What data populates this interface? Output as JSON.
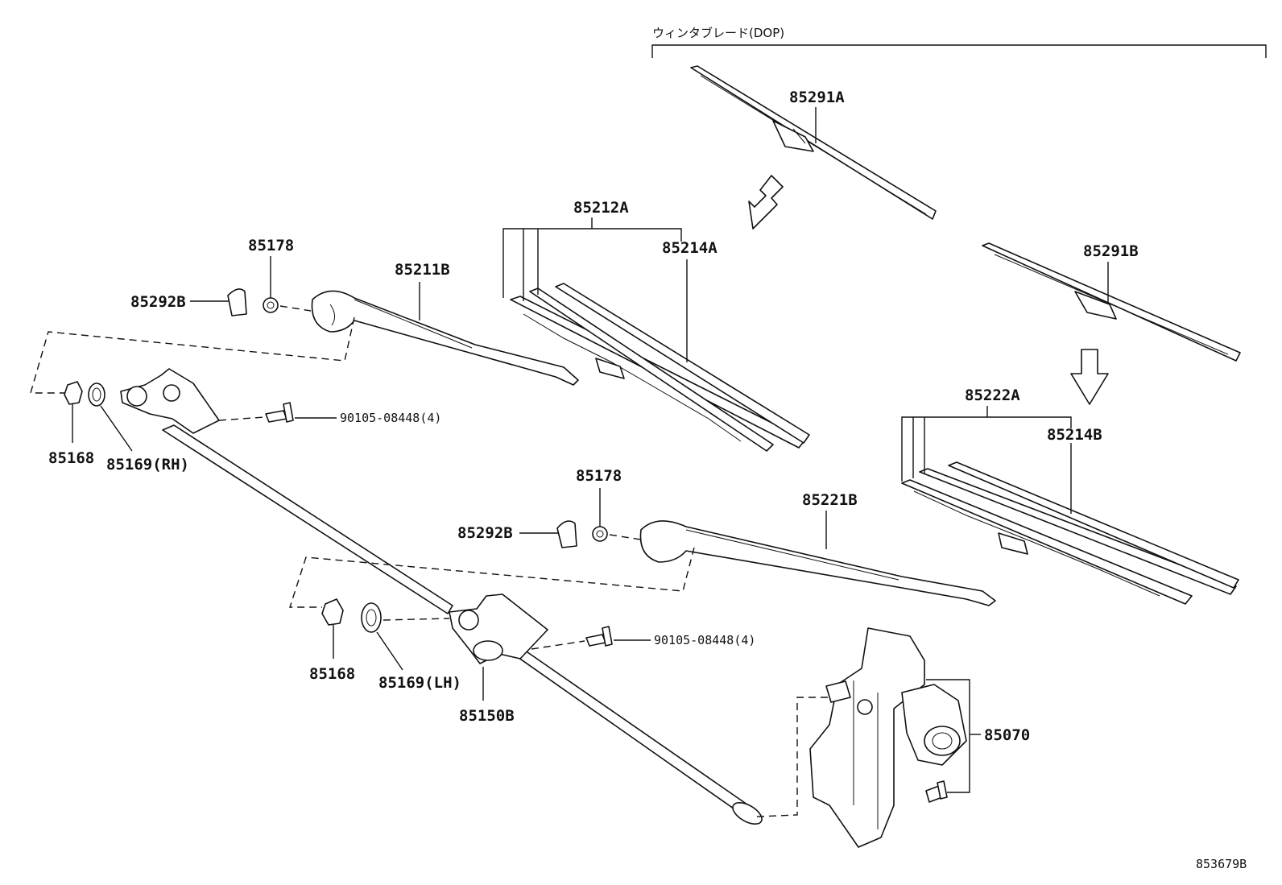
{
  "header": {
    "bracket_label": "ウィンタブレード(DOP)"
  },
  "labels": {
    "p85291A": "85291A",
    "p85291B": "85291B",
    "p85212A": "85212A",
    "p85214A": "85214A",
    "p85222A": "85222A",
    "p85214B": "85214B",
    "p85178_top": "85178",
    "p85292B_top": "85292B",
    "p85211B": "85211B",
    "p85168_left": "85168",
    "p85169RH": "85169(RH)",
    "p90105_top": "90105-08448(4)",
    "p85178_mid": "85178",
    "p85292B_mid": "85292B",
    "p85221B": "85221B",
    "p90105_mid": "90105-08448(4)",
    "p85168_mid": "85168",
    "p85169LH": "85169(LH)",
    "p85150B": "85150B",
    "p85070": "85070"
  },
  "footer": {
    "drawing_number": "853679B"
  }
}
